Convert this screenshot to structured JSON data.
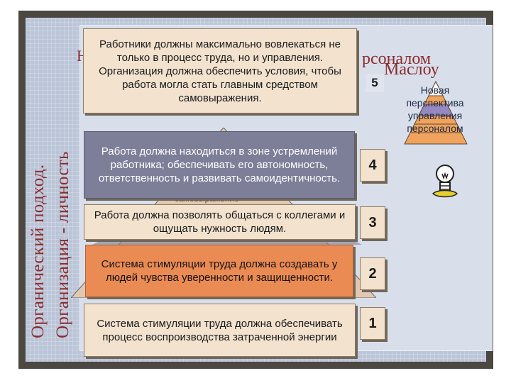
{
  "vertical_titles": {
    "line1": "Органический подход.",
    "line2": "Организация - личность"
  },
  "heading_fragments": {
    "right_top": "рсоналом",
    "right_bottom": "Маслоу",
    "left": "Н",
    "hidden_under_box": "самовыражение"
  },
  "side_note": "Новая перспектива управления персоналом",
  "levels": [
    {
      "number": "5",
      "text": "Работники должны максимально вовлекаться не только в процесс труда, но и управления. Организация должна обеспечить условия, чтобы работа могла стать главным средством самовыражения."
    },
    {
      "number": "4",
      "text": "Работа должна находиться в зоне устремлений работника; обеспечивать его автономность, ответственность и развивать самоидентичность."
    },
    {
      "number": "3",
      "text": "Работа должна позволять общаться с коллегами и ощущать нужность людям."
    },
    {
      "number": "2",
      "text": "Система стимуляции труда должна создавать у людей чувства уверенности и защищенности."
    },
    {
      "number": "1",
      "text": "Система стимуляции труда должна обеспечивать процесс воспроизводства затраченной энергии"
    }
  ],
  "colors": {
    "frame": "#4b4741",
    "title_red": "#8b2c2c",
    "box_beige": "#f2e2ce",
    "box_slate": "#7d7e98",
    "box_orange": "#eb8b54",
    "pyramid_orange": "#f0a35c"
  },
  "icons": [
    "pyramid-icon",
    "lightbulb-icon"
  ]
}
